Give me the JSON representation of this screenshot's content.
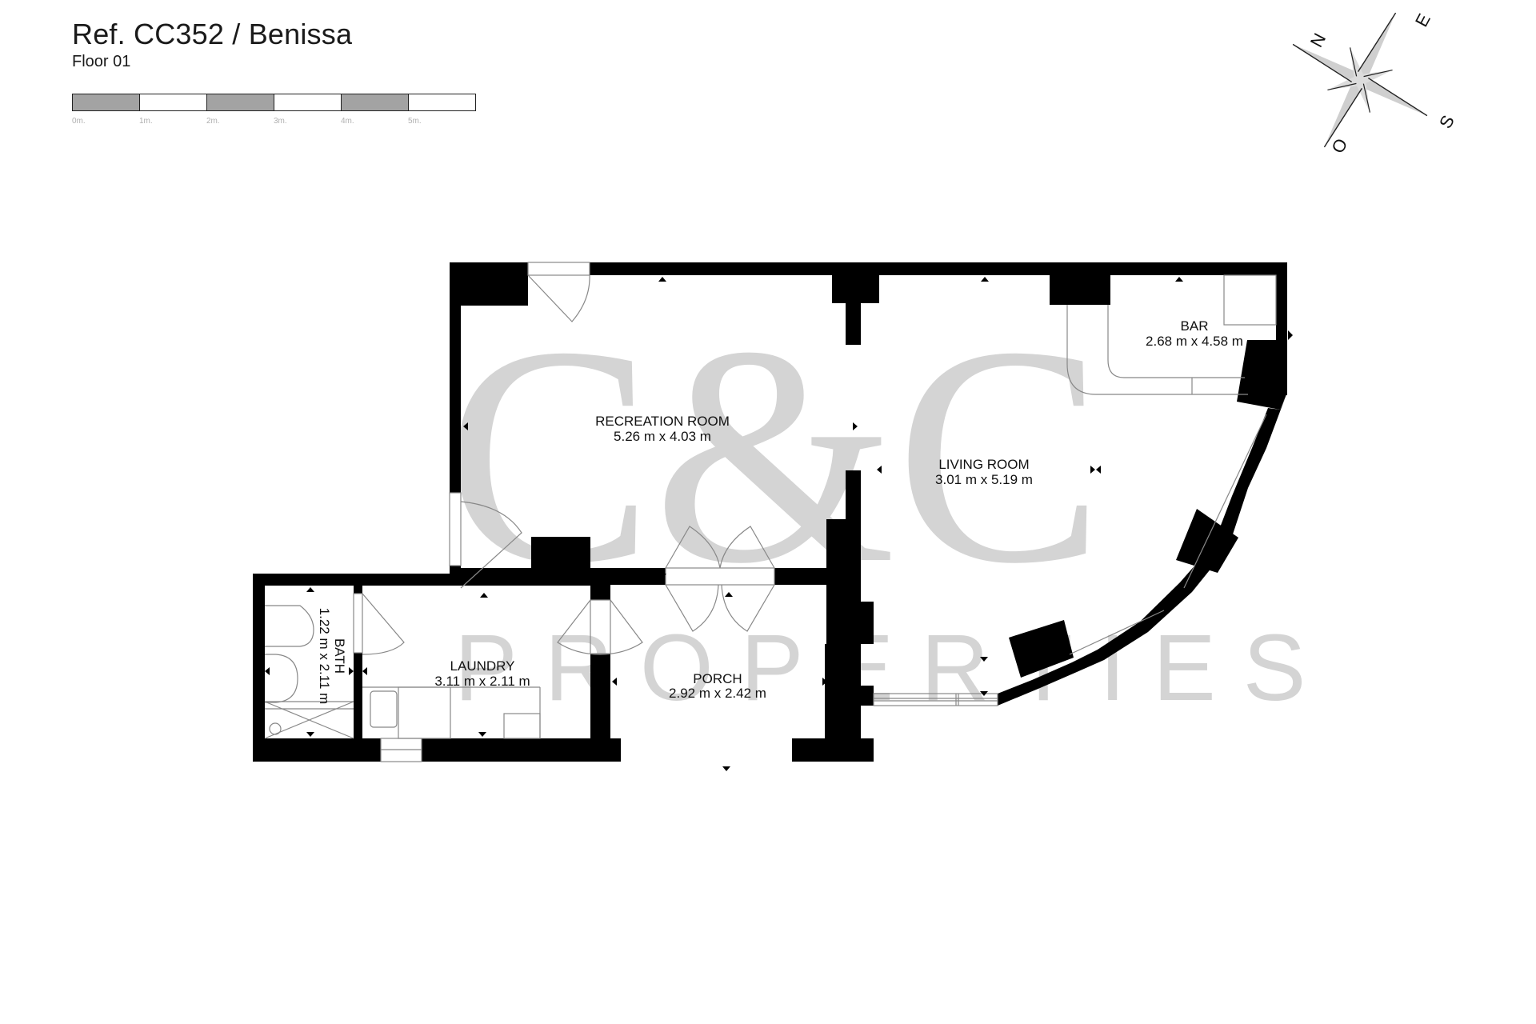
{
  "header": {
    "title": "Ref. CC352 / Benissa",
    "subtitle": "Floor 01"
  },
  "scale_bar": {
    "labels": [
      "0m.",
      "1m.",
      "2m.",
      "3m.",
      "4m.",
      "5m."
    ],
    "segment_colors": [
      "#a3a3a3",
      "#ffffff"
    ]
  },
  "compass": {
    "north": "N",
    "east": "E",
    "south": "S",
    "west": "O"
  },
  "watermark": {
    "logo": "C&C",
    "text": "PROPERTIES",
    "color": "#d4d4d4"
  },
  "rooms": [
    {
      "name": "RECREATION ROOM",
      "size": "5.26 m x 4.03 m"
    },
    {
      "name": "LIVING ROOM",
      "size": "3.01 m x 5.19 m"
    },
    {
      "name": "BAR",
      "size": "2.68 m x 4.58 m"
    },
    {
      "name": "LAUNDRY",
      "size": "3.11 m x 2.11 m"
    },
    {
      "name": "PORCH",
      "size": "2.92 m x 2.42 m"
    },
    {
      "name": "BATH",
      "size": "1.22 m x 2.11 m"
    }
  ],
  "colors": {
    "wall": "#000000",
    "fixture_line": "#8a8a8a",
    "background": "#ffffff"
  }
}
